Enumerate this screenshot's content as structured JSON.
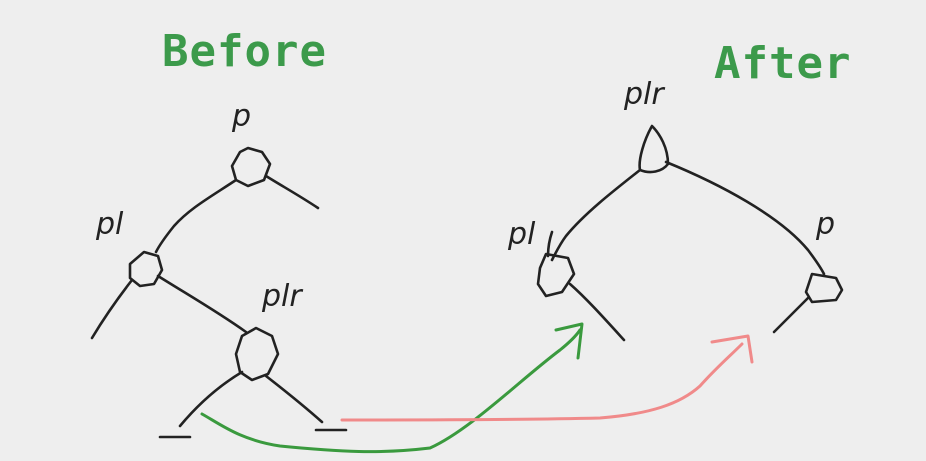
{
  "titles": {
    "before": "Before",
    "after": "After"
  },
  "before_tree": {
    "node_p": "p",
    "node_pl": "pl",
    "node_plr": "plr"
  },
  "after_tree": {
    "node_plr": "plr",
    "node_pl": "pl",
    "node_p": "p"
  },
  "colors": {
    "title": "#3c9a4b",
    "ink": "#222222",
    "green_arrow": "#3a9a3e",
    "red_arrow": "#f08a8a",
    "background": "#eeeeee"
  }
}
